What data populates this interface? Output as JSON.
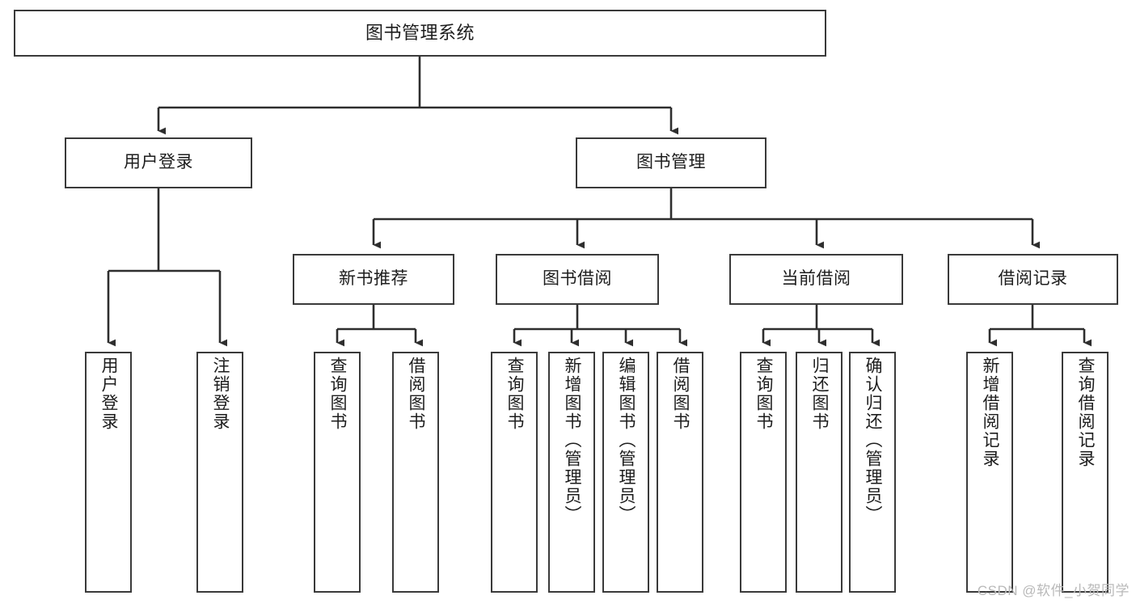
{
  "diagram": {
    "title": "图书管理系统",
    "watermark": "CSDN @软件_小贺同学",
    "style": {
      "box_border": "#3a3a3a",
      "line": "#2e2e2e",
      "background": "#ffffff",
      "text": "#1d1d1d"
    },
    "root": {
      "label": "图书管理系统"
    },
    "level1": [
      {
        "label": "用户登录"
      },
      {
        "label": "图书管理"
      }
    ],
    "level2": [
      {
        "label": "新书推荐"
      },
      {
        "label": "图书借阅"
      },
      {
        "label": "当前借阅"
      },
      {
        "label": "借阅记录"
      }
    ],
    "leaves": {
      "user_login": [
        {
          "label": "用户登录"
        },
        {
          "label": "注销登录"
        }
      ],
      "new_book_recommend": [
        {
          "label": "查询图书"
        },
        {
          "label": "借阅图书"
        }
      ],
      "book_borrow": [
        {
          "label": "查询图书"
        },
        {
          "label": "新增图书（管理员）"
        },
        {
          "label": "编辑图书（管理员）"
        },
        {
          "label": "借阅图书"
        }
      ],
      "current_borrow": [
        {
          "label": "查询图书"
        },
        {
          "label": "归还图书"
        },
        {
          "label": "确认归还（管理员）"
        }
      ],
      "borrow_record": [
        {
          "label": "新增借阅记录"
        },
        {
          "label": "查询借阅记录"
        }
      ]
    }
  }
}
